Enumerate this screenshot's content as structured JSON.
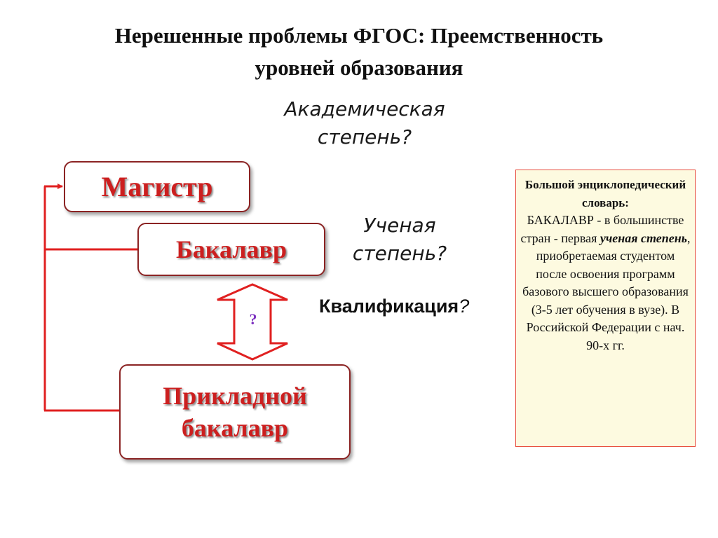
{
  "title": {
    "line1": "Нерешенные проблемы ФГОС: Преемственность",
    "line2": "уровней образования"
  },
  "annotations": {
    "academic_line1": "Академическая",
    "academic_line2": "степень?",
    "scholar_line1": "Ученая",
    "scholar_line2": "степень?",
    "qualification_label": "Квалификация",
    "qualification_mark": "?"
  },
  "boxes": {
    "master": "Магистр",
    "bachelor": "Бакалавр",
    "applied_line1": "Прикладной",
    "applied_line2": "бакалавр"
  },
  "arrow_question": "?",
  "dictionary": {
    "heading": "Большой энциклопедический словарь:",
    "text_before": "БАКАЛАВР - в большинстве стран - первая ",
    "emphasis": "ученая степень",
    "text_after": ", приобретаемая студентом после освоения программ базового высшего образования (3-5 лет обучения в вузе). В Российской Федерации с нач. 90-х гг."
  },
  "colors": {
    "box_text": "#cc1f1f",
    "box_border": "#8b2323",
    "connector": "#e02020",
    "dict_border": "#e74c3c",
    "dict_background": "#fdfae0",
    "question_mark": "#7b2fbf"
  }
}
